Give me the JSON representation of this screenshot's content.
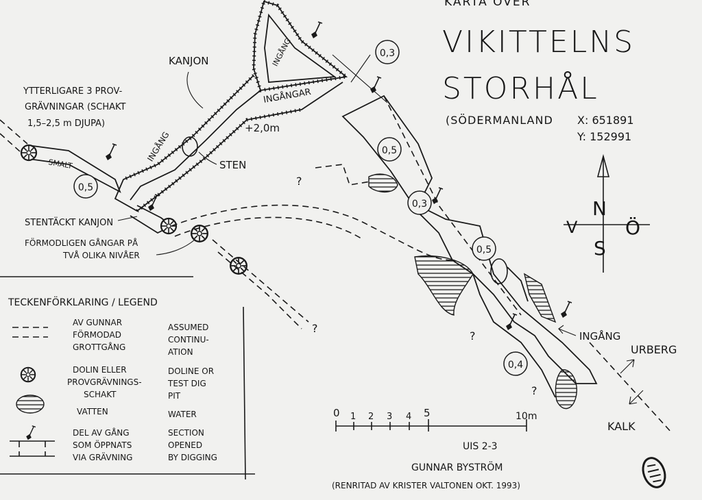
{
  "title": {
    "pre": "KARTA ÖVER",
    "line1": "VIKITTELNS",
    "line2": "STORHÅL",
    "region": "(SÖDERMANLAND",
    "coord_x": "X: 651891",
    "coord_y": "Y: 152991"
  },
  "compass": {
    "n": "N",
    "s": "S",
    "v": "V",
    "o": "Ö"
  },
  "labels": {
    "kanjon": "KANJON",
    "ingang_top": "INGÅNG",
    "ingangar": "INGÅNGAR",
    "ingang_left": "INGÅNG",
    "ingang_right": "INGÅNG",
    "depth": "+2,0m",
    "sten": "STEN",
    "smalt": "SMALT",
    "stentackt": "STENTÄCKT KANJON",
    "formodligen_1": "FÖRMODLIGEN GÅNGAR PÅ",
    "formodligen_2": "TVÅ OLIKA NIVÅER",
    "ytterligare_1": "YTTERLIGARE 3 PROV-",
    "ytterligare_2": "GRÄVNINGAR (SCHAKT",
    "ytterligare_3": "1,5–2,5 m DJUPA)",
    "urberg": "URBERG",
    "kalk": "KALK",
    "q": "?"
  },
  "depths": [
    "0,3",
    "0,5",
    "0,5",
    "0,3",
    "0,5",
    "0,4"
  ],
  "legend": {
    "heading": "TECKENFÖRKLARING / LEGEND",
    "items": [
      {
        "sv": [
          "AV GUNNAR",
          "FÖRMODAD",
          "GROTTGÅNG"
        ],
        "en": [
          "ASSUMED",
          "CONTINU-",
          "ATION"
        ]
      },
      {
        "sv": [
          "DOLIN ELLER",
          "PROVGRÄVNINGS-",
          "SCHAKT"
        ],
        "en": [
          "DOLINE OR",
          "TEST DIG",
          "PIT"
        ]
      },
      {
        "sv": [
          "VATTEN"
        ],
        "en": [
          "WATER"
        ]
      },
      {
        "sv": [
          "DEL AV GÅNG",
          "SOM ÖPPNATS",
          "VIA GRÄVNING"
        ],
        "en": [
          "SECTION",
          "OPENED",
          "BY DIGGING"
        ]
      }
    ]
  },
  "scale": {
    "ticks": [
      "0",
      "1",
      "2",
      "3",
      "4",
      "5"
    ],
    "end": "10m"
  },
  "credits": {
    "uis": "UIS 2-3",
    "author": "GUNNAR BYSTRÖM",
    "redrawn": "(RENRITAD AV KRISTER VALTONEN OKT. 1993)"
  }
}
